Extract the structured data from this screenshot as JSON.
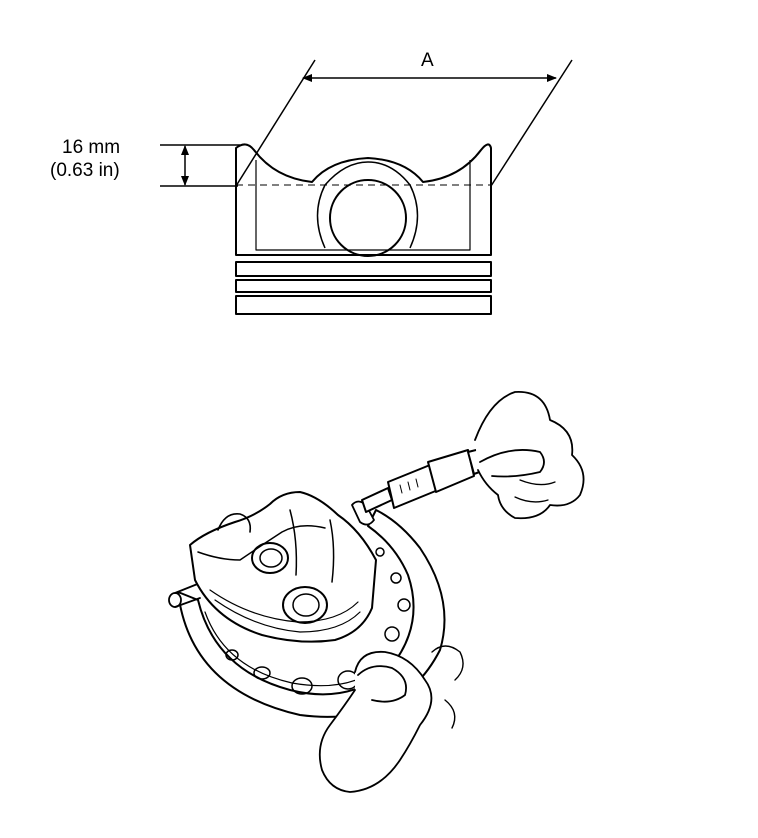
{
  "dimension_a_label": "A",
  "height_dimension": {
    "metric": "16 mm",
    "imperial": "(0.63 in)"
  },
  "colors": {
    "line": "#000000",
    "background": "#ffffff"
  }
}
